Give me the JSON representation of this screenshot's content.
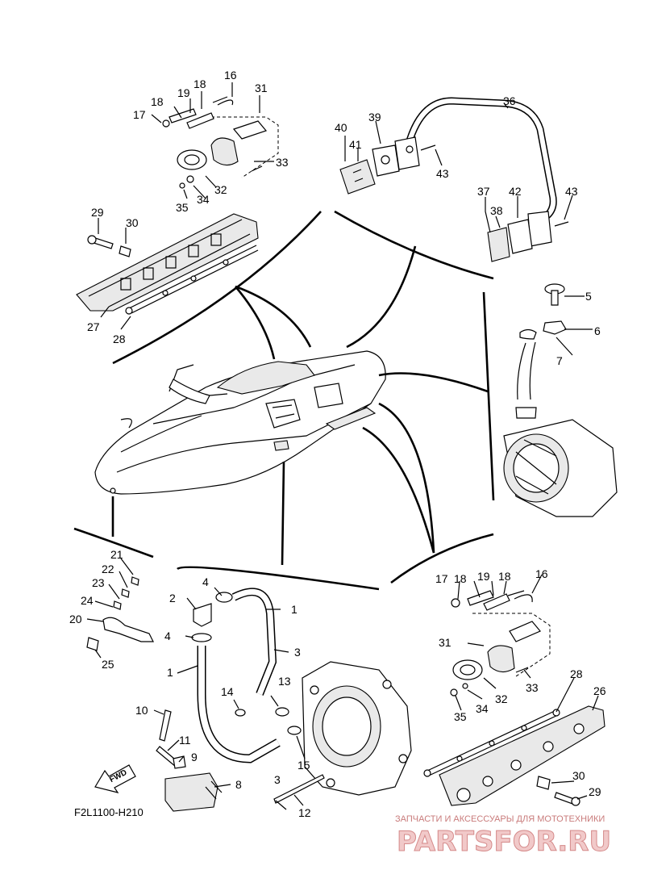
{
  "diagram": {
    "code": "F2L1100-H210",
    "fwd_label": "FWD",
    "watermark_small": "ЗАПЧАСТИ И АКСЕССУАРЫ ДЛЯ МОТОТЕХНИКИ",
    "watermark_large": "PARTSFOR.RU"
  },
  "callouts": {
    "p1": "1",
    "p2": "2",
    "p3": "3",
    "p4": "4",
    "p5": "5",
    "p6": "6",
    "p7": "7",
    "p8": "8",
    "p9": "9",
    "p10": "10",
    "p11": "11",
    "p12": "12",
    "p13": "13",
    "p14": "14",
    "p15": "15",
    "p16": "16",
    "p17": "17",
    "p18": "18",
    "p19": "19",
    "p20": "20",
    "p21": "21",
    "p22": "22",
    "p23": "23",
    "p24": "24",
    "p25": "25",
    "p26": "26",
    "p27": "27",
    "p28": "28",
    "p29": "29",
    "p30": "30",
    "p31": "31",
    "p32": "32",
    "p33": "33",
    "p34": "34",
    "p35": "35",
    "p36": "36",
    "p37": "37",
    "p38": "38",
    "p39": "39",
    "p40": "40",
    "p41": "41",
    "p42": "42",
    "p43": "43"
  }
}
